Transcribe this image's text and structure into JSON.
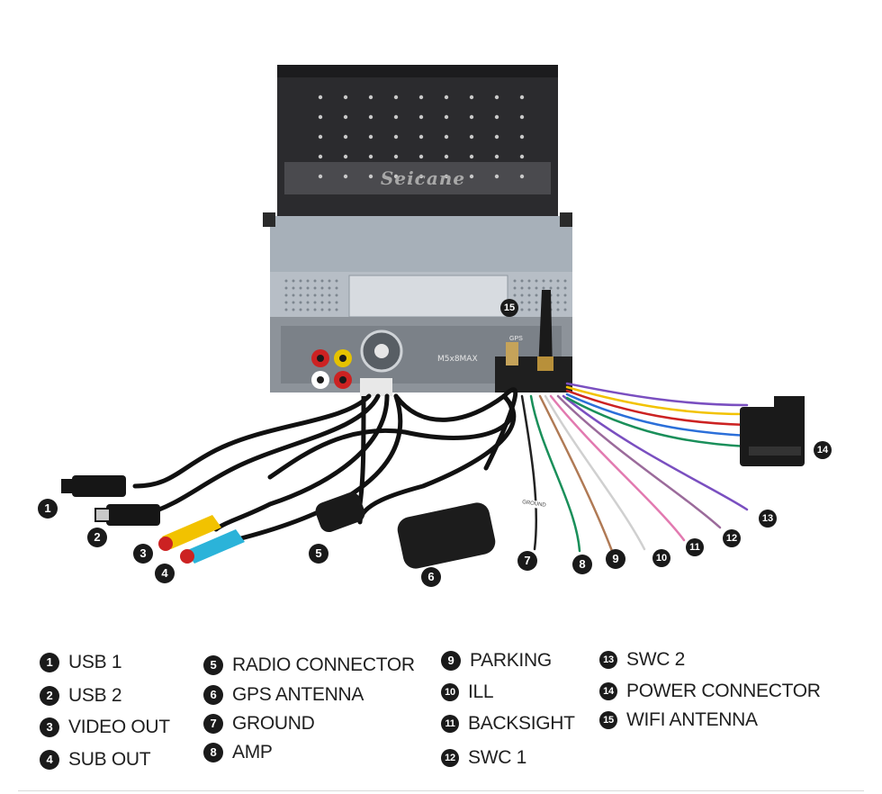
{
  "brand": "Seicane",
  "model_label": "M5x8MAX",
  "gps_label": "GPS",
  "ground_tag": "GROUND",
  "legend": [
    {
      "num": "1",
      "label": "USB 1"
    },
    {
      "num": "2",
      "label": "USB 2"
    },
    {
      "num": "3",
      "label": "VIDEO OUT"
    },
    {
      "num": "4",
      "label": "SUB OUT"
    },
    {
      "num": "5",
      "label": "RADIO CONNECTOR"
    },
    {
      "num": "6",
      "label": "GPS ANTENNA"
    },
    {
      "num": "7",
      "label": "GROUND"
    },
    {
      "num": "8",
      "label": "AMP"
    },
    {
      "num": "9",
      "label": "PARKING"
    },
    {
      "num": "10",
      "label": "ILL"
    },
    {
      "num": "11",
      "label": "BACKSIGHT"
    },
    {
      "num": "12",
      "label": "SWC 1"
    },
    {
      "num": "13",
      "label": "SWC 2"
    },
    {
      "num": "14",
      "label": "POWER CONNECTOR"
    },
    {
      "num": "15",
      "label": "WIFI ANTENNA"
    }
  ],
  "colors": {
    "usb_cable": "#111111",
    "video_plug": "#f2c200",
    "sub_plug": "#2bb3d9",
    "ground_wire": "#222222",
    "amp_wire": "#1a8f5a",
    "parking_wire": "#b07a55",
    "ill_wire": "#d0d0d0",
    "backsight_wire": "#e27ab0",
    "swc1_wire": "#9b6b9b",
    "swc2_wire": "#7a4fc0"
  }
}
